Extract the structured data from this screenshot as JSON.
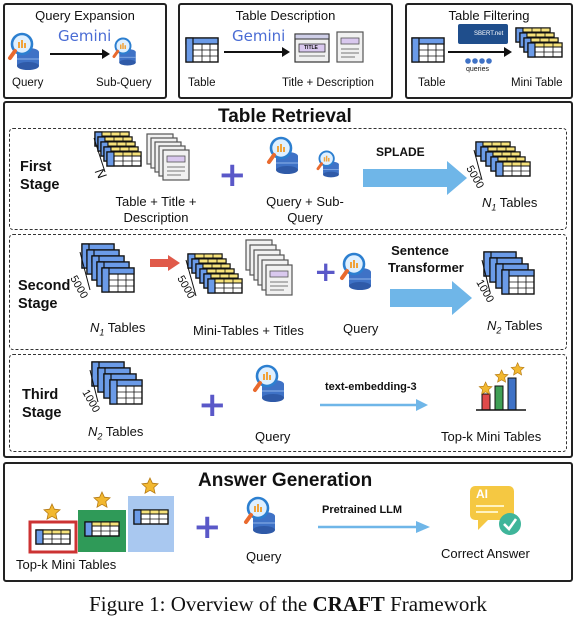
{
  "top": {
    "query_expansion": {
      "title": "Query Expansion",
      "model": "Gemini",
      "input": "Query",
      "output": "Sub-Query"
    },
    "table_description": {
      "title": "Table Description",
      "model": "Gemini",
      "input": "Table",
      "output": "Title + Description",
      "title_tag": "TITLE"
    },
    "table_filtering": {
      "title": "Table Filtering",
      "model_badge": "SBERT.net",
      "queries_label": "queries",
      "input": "Table",
      "output": "Mini Table"
    }
  },
  "retrieval": {
    "title": "Table Retrieval",
    "first": {
      "label_line1": "First",
      "label_line2": "Stage",
      "n_label": "N",
      "input1_line1": "Table + Title +",
      "input1_line2": "Description",
      "input2_line1": "Query + Sub-",
      "input2_line2": "Query",
      "method": "SPLADE",
      "count": "5000",
      "out_var": "N",
      "out_sub": "1",
      "out_text": "Tables"
    },
    "second": {
      "label_line1": "Second",
      "label_line2": "Stage",
      "count_in": "5000",
      "in_var": "N",
      "in_sub": "1",
      "in_text": "Tables",
      "count_mid": "5000",
      "mid_text": "Mini-Tables + Titles",
      "query": "Query",
      "method_line1": "Sentence",
      "method_line2": "Transformer",
      "count_out": "1000",
      "out_var": "N",
      "out_sub": "2",
      "out_text": "Tables"
    },
    "third": {
      "label_line1": "Third",
      "label_line2": "Stage",
      "count_in": "1000",
      "in_var": "N",
      "in_sub": "2",
      "in_text": "Tables",
      "query": "Query",
      "method": "text-embedding-3",
      "output": "Top-k Mini Tables"
    }
  },
  "answer": {
    "title": "Answer Generation",
    "input": "Top-k Mini Tables",
    "query": "Query",
    "method": "Pretrained LLM",
    "output": "Correct Answer",
    "ai_badge": "AI"
  },
  "caption": {
    "prefix": "Figure 1: Overview of the ",
    "name": "CRAFT",
    "suffix": " Framework"
  },
  "colors": {
    "plus": "#5a58c8",
    "arrow": "#6fb6e8",
    "red_arrow": "#e05a4a",
    "table_yellow": "#f6e27a",
    "table_blue": "#6b9be8",
    "star": "#f2b830"
  }
}
